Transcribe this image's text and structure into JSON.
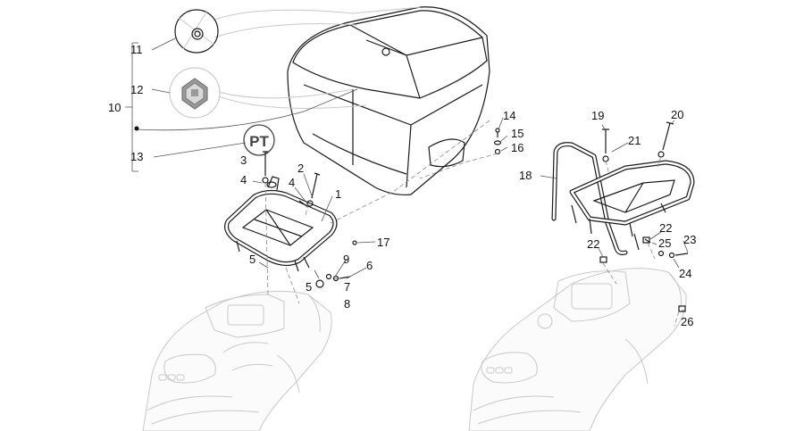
{
  "diagram": {
    "callouts": [
      {
        "id": "c1",
        "text": "1"
      },
      {
        "id": "c2",
        "text": "2"
      },
      {
        "id": "c3",
        "text": "3"
      },
      {
        "id": "c4a",
        "text": "4"
      },
      {
        "id": "c4b",
        "text": "4"
      },
      {
        "id": "c5a",
        "text": "5"
      },
      {
        "id": "c5b",
        "text": "5"
      },
      {
        "id": "c6",
        "text": "6"
      },
      {
        "id": "c7",
        "text": "7"
      },
      {
        "id": "c8",
        "text": "8"
      },
      {
        "id": "c9",
        "text": "9"
      },
      {
        "id": "c10",
        "text": "10"
      },
      {
        "id": "c11",
        "text": "11"
      },
      {
        "id": "c12",
        "text": "12"
      },
      {
        "id": "c13",
        "text": "13"
      },
      {
        "id": "c14",
        "text": "14"
      },
      {
        "id": "c15",
        "text": "15"
      },
      {
        "id": "c16",
        "text": "16"
      },
      {
        "id": "c17",
        "text": "17"
      },
      {
        "id": "c18",
        "text": "18"
      },
      {
        "id": "c19",
        "text": "19"
      },
      {
        "id": "c20",
        "text": "20"
      },
      {
        "id": "c21",
        "text": "21"
      },
      {
        "id": "c22a",
        "text": "22"
      },
      {
        "id": "c22b",
        "text": "22"
      },
      {
        "id": "c23",
        "text": "23"
      },
      {
        "id": "c24",
        "text": "24"
      },
      {
        "id": "c25",
        "text": "25"
      },
      {
        "id": "c26",
        "text": "26"
      }
    ],
    "badge_text": "PT"
  }
}
